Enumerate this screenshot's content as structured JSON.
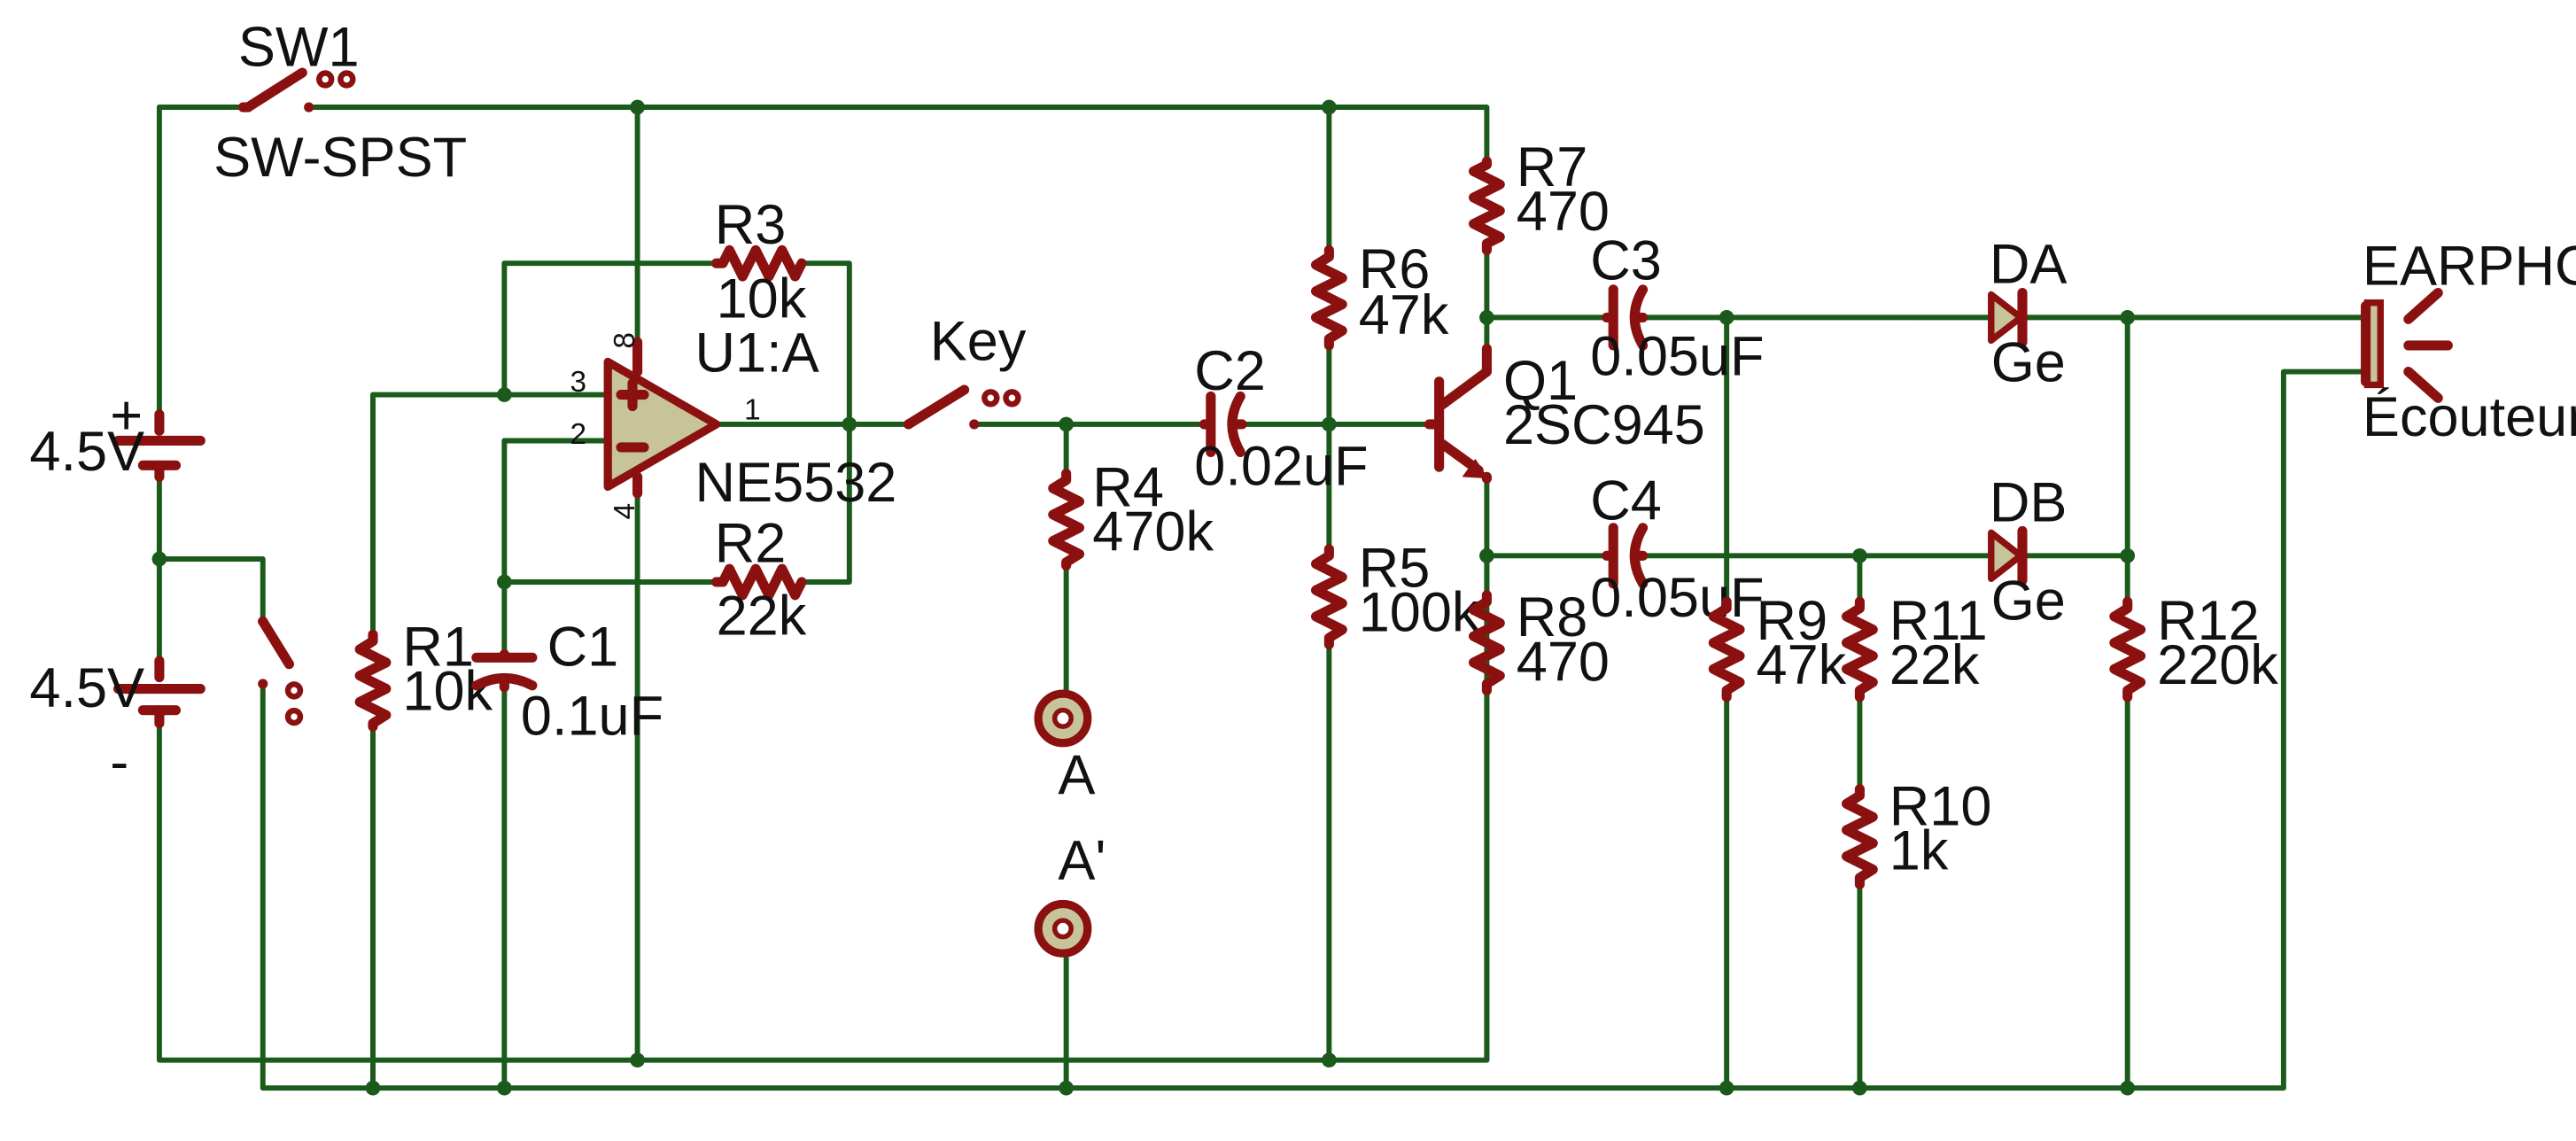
{
  "colors": {
    "wire": "#1a5a1a",
    "component": "#8b1010",
    "opamp_body": "#c8c49a",
    "text": "#111111"
  },
  "labels": {
    "sw1_ref": "SW1",
    "sw1_type": "SW-SPST",
    "batt_top_value": "4.5V",
    "batt_bottom_value": "4.5V",
    "plus": "+",
    "minus": "-",
    "r1_ref": "R1",
    "r1_value": "10k",
    "c1_ref": "C1",
    "c1_value": "0.1uF",
    "r3_ref": "R3",
    "r3_value": "10k",
    "r2_ref": "R2",
    "r2_value": "22k",
    "u1_ref": "U1:A",
    "u1_part": "NE5532",
    "pin_3": "3",
    "pin_2": "2",
    "pin_1": "1",
    "pin_8": "8",
    "pin_4": "4",
    "key_ref": "Key",
    "c2_ref": "C2",
    "c2_value": "0.02uF",
    "r4_ref": "R4",
    "r4_value": "470k",
    "term_a": "A",
    "term_a2": "A'",
    "r6_ref": "R6",
    "r6_value": "47k",
    "r5_ref": "R5",
    "r5_value": "100k",
    "r7_ref": "R7",
    "r7_value": "470",
    "r8_ref": "R8",
    "r8_value": "470",
    "q1_ref": "Q1",
    "q1_part": "2SC945",
    "c3_ref": "C3",
    "c3_value": "0.05uF",
    "c4_ref": "C4",
    "c4_value": "0.05uF",
    "r9_ref": "R9",
    "r9_value": "47k",
    "r11_ref": "R11",
    "r11_value": "22k",
    "r10_ref": "R10",
    "r10_value": "1k",
    "da_ref": "DA",
    "da_type": "Ge",
    "db_ref": "DB",
    "db_type": "Ge",
    "r12_ref": "R12",
    "r12_value": "220k",
    "earphone_ref": "EARPHONE",
    "earphone_name": "Écouteur"
  }
}
